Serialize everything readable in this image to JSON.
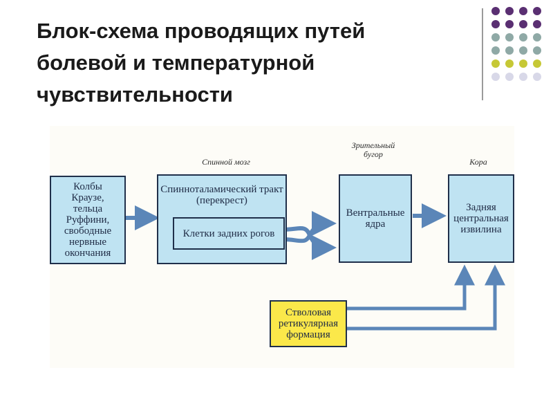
{
  "title": {
    "lines": [
      "Блок-схема проводящих путей",
      "болевой и температурной",
      "чувствительности"
    ]
  },
  "decor": {
    "dot_colors": [
      "#5a2f72",
      "#8fa9a6",
      "#c6c836",
      "#d8d8e8"
    ]
  },
  "diagram": {
    "captions": {
      "spinal_cord": "Спинной мозг",
      "thalamus": "Зрительный\nбугор",
      "cortex": "Кора"
    },
    "boxes": {
      "receptors": "Колбы\nКраузе,\nтельца\nРуффини,\nсвободные\nнервные\nокончания",
      "tract_title": "Спинноталамический тракт\n(перекрест)",
      "dorsal_horn": "Клетки задних рогов",
      "ventral_nuclei": "Вентральные\nядра",
      "postcentral_gyrus": "Задняя\nцентральная\nизвилина",
      "reticular_formation": "Стволовая\nретикулярная\nформация"
    }
  }
}
